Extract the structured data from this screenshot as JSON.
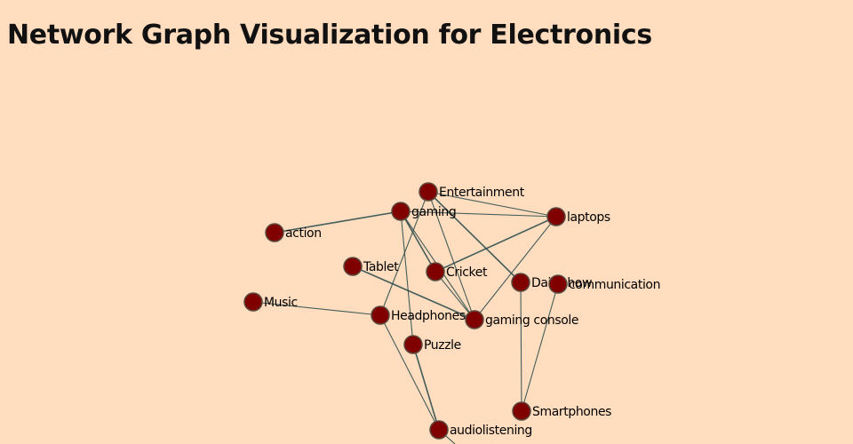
{
  "title": "Network Graph Visualization for Electronics",
  "colors": {
    "background": "#FFDDBE",
    "node_fill": "#800000",
    "node_stroke": "#5a4a40",
    "edge": "#2F4F4F",
    "label": "#000000"
  },
  "graph": {
    "nodes": [
      {
        "id": "Entertainment",
        "label": "Entertainment"
      },
      {
        "id": "gaming",
        "label": "gaming"
      },
      {
        "id": "laptops",
        "label": "laptops"
      },
      {
        "id": "action",
        "label": "action"
      },
      {
        "id": "Tablet",
        "label": "Tablet"
      },
      {
        "id": "Cricket",
        "label": "Cricket"
      },
      {
        "id": "Dailyshow",
        "label": "Dailyshow"
      },
      {
        "id": "communication",
        "label": "communication"
      },
      {
        "id": "Music",
        "label": "Music"
      },
      {
        "id": "Headphones",
        "label": "Headphones"
      },
      {
        "id": "gaming console",
        "label": "gaming console"
      },
      {
        "id": "Puzzle",
        "label": "Puzzle"
      },
      {
        "id": "Smartphones",
        "label": "Smartphones"
      },
      {
        "id": "audiolistening",
        "label": "audiolistening"
      }
    ],
    "edges": [
      {
        "source": "action",
        "target": "gaming"
      },
      {
        "source": "gaming",
        "target": "laptops"
      },
      {
        "source": "Entertainment",
        "target": "laptops"
      },
      {
        "source": "Entertainment",
        "target": "Dailyshow"
      },
      {
        "source": "Entertainment",
        "target": "gaming console"
      },
      {
        "source": "Entertainment",
        "target": "Headphones"
      },
      {
        "source": "gaming",
        "target": "Cricket"
      },
      {
        "source": "gaming",
        "target": "gaming console"
      },
      {
        "source": "gaming",
        "target": "Puzzle"
      },
      {
        "source": "Cricket",
        "target": "laptops"
      },
      {
        "source": "Cricket",
        "target": "gaming console"
      },
      {
        "source": "laptops",
        "target": "gaming console"
      },
      {
        "source": "Tablet",
        "target": "gaming console"
      },
      {
        "source": "Music",
        "target": "Headphones"
      },
      {
        "source": "Headphones",
        "target": "audiolistening"
      },
      {
        "source": "Puzzle",
        "target": "audiolistening"
      },
      {
        "source": "Dailyshow",
        "target": "Smartphones"
      },
      {
        "source": "communication",
        "target": "Smartphones"
      }
    ]
  }
}
